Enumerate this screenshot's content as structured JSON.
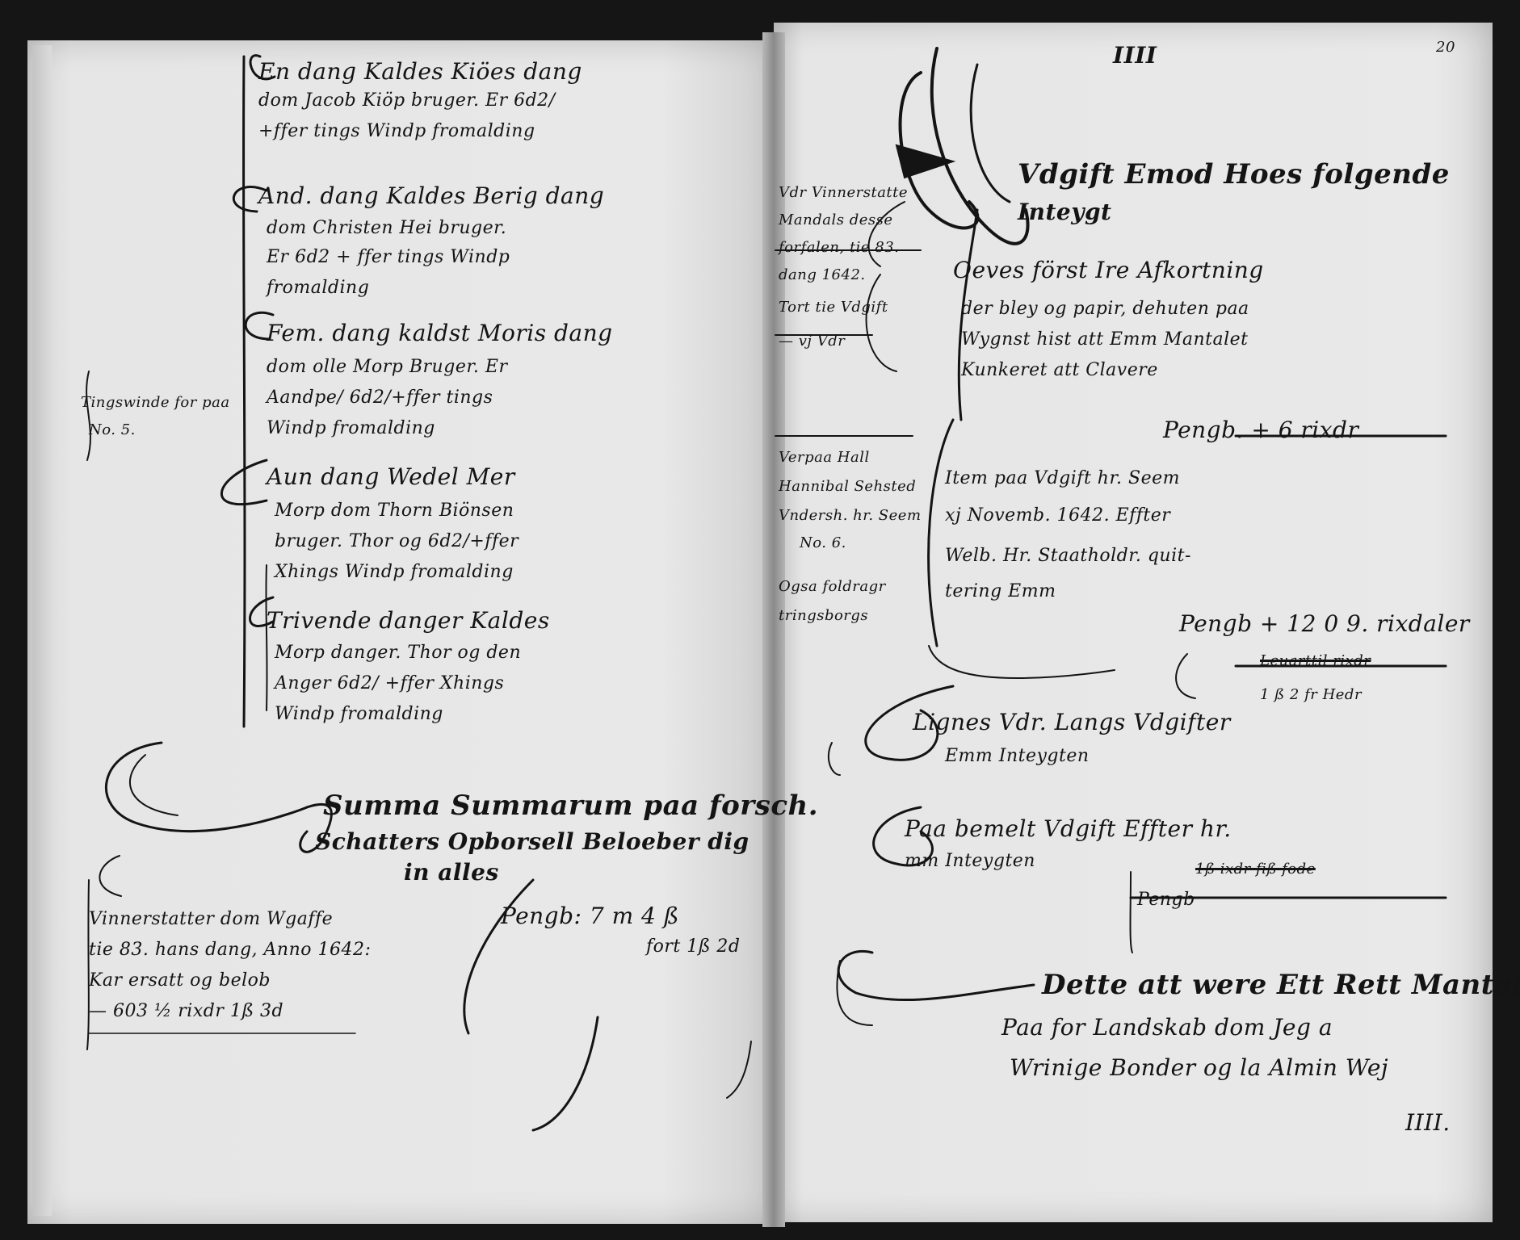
{
  "folio_number": "20",
  "header_mark": "IIII",
  "left_page": {
    "lines": [
      "En dang Kaldes Kiöes dang",
      "dom Jacob Kiöp bruger. Er 6d2/",
      "+ffer tings Windp fromalding",
      "And. dang Kaldes Berig dang",
      "dom Christen Hei bruger.",
      "Er 6d2 + ffer tings Windp",
      "fromalding",
      "Fem. dang kaldst Moris dang",
      "dom olle Morp Bruger. Er",
      "Aandpe/ 6d2/+ffer tings",
      "Windp fromalding",
      "Aun dang Wedel Mer",
      "Morp dom Thorn Biönsen",
      "bruger. Thor og 6d2/+ffer",
      "Xhings Windp fromalding",
      "Trivende danger Kaldes",
      "Morp danger. Thor og den",
      "Anger 6d2/ +ffer Xhings",
      "Windp fromalding"
    ],
    "margin_note": [
      "Tingswinde for paa",
      "No. 5."
    ],
    "summa": [
      "Summa Summarum paa forsch.",
      "Schatters Opborsell Beloeber dig",
      "in alles"
    ],
    "summa_amount": [
      "Pengb: 7 m 4 ß",
      "fort 1ß 2d"
    ],
    "bottom_note": [
      "Vinnerstatter dom Wgaffe",
      "tie 83. hans dang, Anno 1642:",
      "Kar ersatt og belob",
      "— 603 ½ rixdr 1ß 3d"
    ]
  },
  "right_page": {
    "heading": "Vdgift Emod Hoes folgende",
    "heading2": "Inteygt",
    "lines": [
      "Oeves först Ire Afkortning",
      "der bley og papir, dehuten paa",
      "Wygnst hist att Emm Mantalet",
      "Kunkeret att Clavere"
    ],
    "pengb_1": "Pengb. + 6 rixdr",
    "entry_lines": [
      "Item paa Vdgift hr. Seem",
      "xj Novemb. 1642. Effter",
      "Welb. Hr. Staatholdr. quit-",
      "tering Emm"
    ],
    "pengb_2": "Pengb + 12 0 9. rixdaler",
    "pengb_2b": [
      "Leuarttil rixdr",
      "1 ß 2 fr Hedr"
    ],
    "margin_notes": [
      [
        "Vdr Vinnerstatte",
        "Mandals desse",
        "forfalen, tie 83.",
        "dang 1642.",
        "Tort tie Vdgift",
        "— vj Vdr"
      ],
      [
        "Verpaa Hall",
        "Hannibal Sehsted",
        "Vndersh. hr. Seem",
        "No. 6.",
        "Ogsa foldragr",
        "tringsborgs"
      ]
    ],
    "forsummed": [
      "Lignes Vdr. Langs Vdgifter",
      "Emm Inteygten"
    ],
    "paa_bemelt": [
      "Paa bemelt Vdgift Effter hr.",
      "mm Inteygten"
    ],
    "pengb_3": [
      "Pengb",
      "1ß ixdr fiß fode"
    ],
    "dette": [
      "Dette att were Ett Rett Mantale",
      "Paa for Landskab dom Jeg a",
      "Wrinige Bonder og la Almin Wej"
    ],
    "tally": "IIII."
  }
}
